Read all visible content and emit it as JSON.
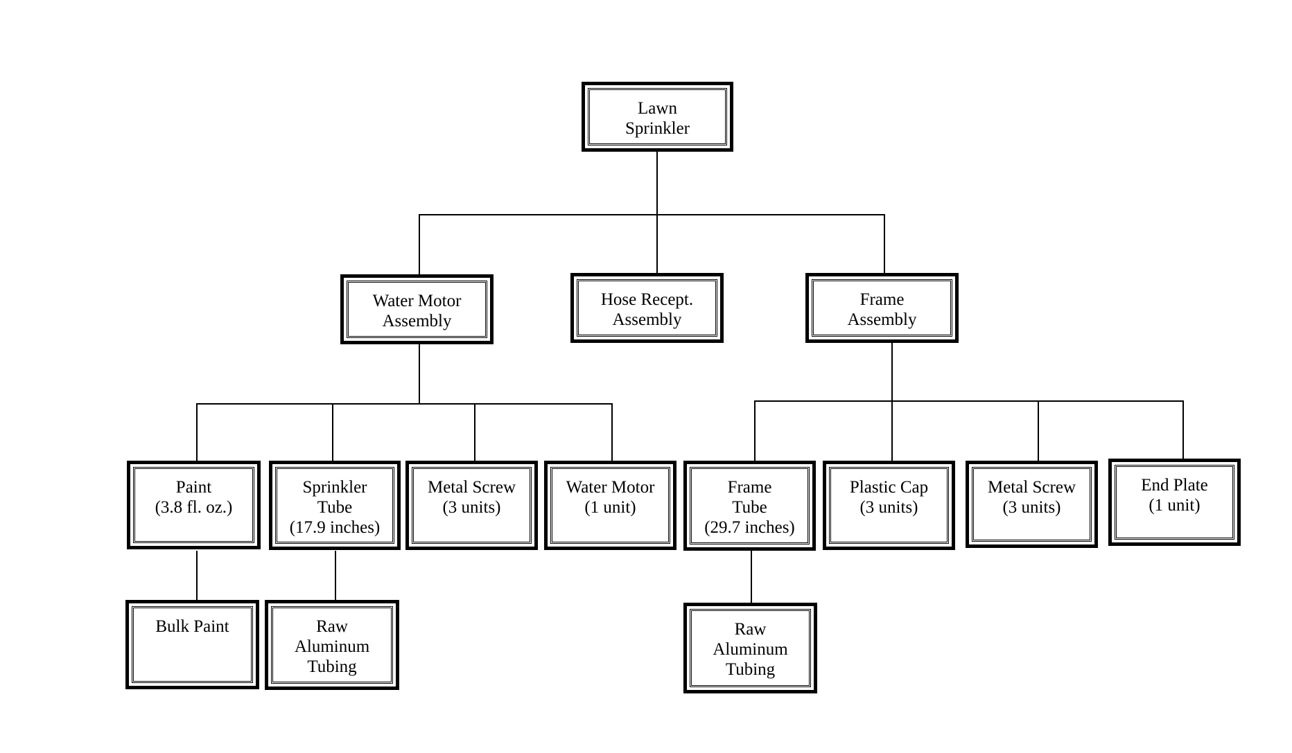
{
  "diagram": {
    "root": [
      "Lawn",
      "Sprinkler"
    ],
    "level1": {
      "water_motor_assembly": [
        "Water Motor",
        "Assembly"
      ],
      "hose_recept_assembly": [
        "Hose Recept.",
        "Assembly"
      ],
      "frame_assembly": [
        "Frame",
        "Assembly"
      ]
    },
    "level2": {
      "paint": [
        "Paint",
        "(3.8 fl. oz.)"
      ],
      "sprinkler_tube": [
        "Sprinkler",
        "Tube",
        "(17.9 inches)"
      ],
      "metal_screw_wm": [
        "Metal Screw",
        "(3 units)"
      ],
      "water_motor": [
        "Water Motor",
        "(1 unit)"
      ],
      "frame_tube": [
        "Frame",
        "Tube",
        "(29.7 inches)"
      ],
      "plastic_cap": [
        "Plastic Cap",
        "(3 units)"
      ],
      "metal_screw_fa": [
        "Metal Screw",
        "(3 units)"
      ],
      "end_plate": [
        "End Plate",
        "(1 unit)"
      ]
    },
    "level3": {
      "bulk_paint": [
        "Bulk Paint"
      ],
      "raw_aluminum_tubing_1": [
        "Raw",
        "Aluminum",
        "Tubing"
      ],
      "raw_aluminum_tubing_2": [
        "Raw",
        "Aluminum",
        "Tubing"
      ]
    }
  }
}
